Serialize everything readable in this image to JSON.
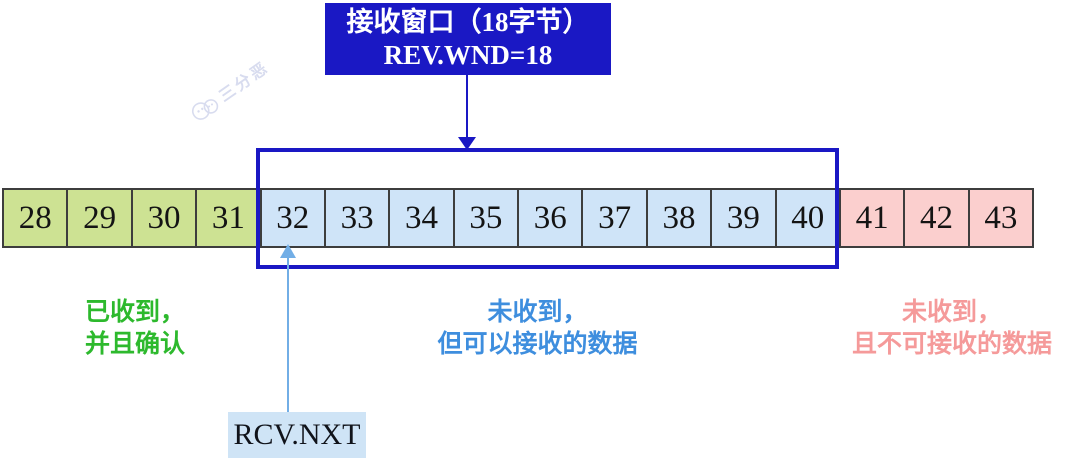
{
  "diagram": {
    "header": {
      "line1": "接收窗口（18字节）",
      "line2": "REV.WND=18"
    },
    "cells": [
      {
        "value": "28",
        "state": "received"
      },
      {
        "value": "29",
        "state": "received"
      },
      {
        "value": "30",
        "state": "received"
      },
      {
        "value": "31",
        "state": "received"
      },
      {
        "value": "32",
        "state": "acceptable"
      },
      {
        "value": "33",
        "state": "acceptable"
      },
      {
        "value": "34",
        "state": "acceptable"
      },
      {
        "value": "35",
        "state": "acceptable"
      },
      {
        "value": "36",
        "state": "acceptable"
      },
      {
        "value": "37",
        "state": "acceptable"
      },
      {
        "value": "38",
        "state": "acceptable"
      },
      {
        "value": "39",
        "state": "acceptable"
      },
      {
        "value": "40",
        "state": "acceptable"
      },
      {
        "value": "41",
        "state": "unacceptable"
      },
      {
        "value": "42",
        "state": "unacceptable"
      },
      {
        "value": "43",
        "state": "unacceptable"
      }
    ],
    "captions": {
      "received": {
        "line1": "已收到，",
        "line2": "并且确认"
      },
      "acceptable": {
        "line1": "未收到，",
        "line2": "但可以接收的数据"
      },
      "unacceptable": {
        "line1": "未收到，",
        "line2": "且不可接收的数据"
      }
    },
    "pointer_label": "RCV.NXT",
    "watermark_text": "三分恶",
    "colors": {
      "header_bg": "#1a18c4",
      "header_text": "#ffffff",
      "window_border": "#1a18c4",
      "cell_border": "#3d3d3d",
      "received": "#cde293",
      "window_cell": "#cfe4f8",
      "unacceptable": "#fbcfce",
      "green_text": "#2db92d",
      "blue_text": "#3e8ede",
      "pink_text": "#f59a9a",
      "pointer_bg": "#cfe4f6",
      "pointer_arrow": "#72aee6",
      "watermark": "#d8dcef"
    }
  }
}
